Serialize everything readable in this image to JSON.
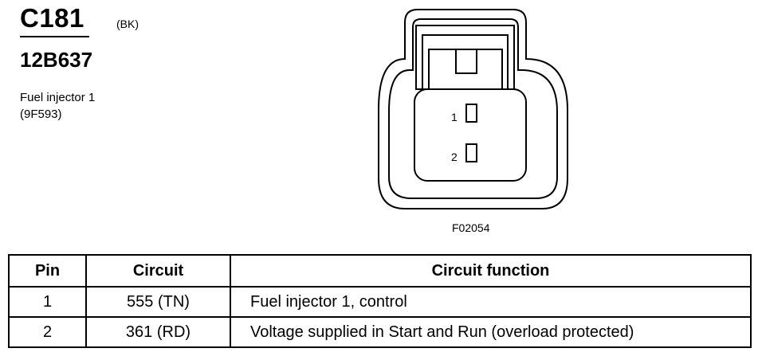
{
  "connector": {
    "id": "C181",
    "color": "(BK)",
    "part_number": "12B637",
    "description_line1": "Fuel injector 1",
    "description_line2": "(9F593)"
  },
  "diagram": {
    "pin_labels": [
      "1",
      "2"
    ],
    "figure_code": "F02054"
  },
  "table": {
    "headers": [
      "Pin",
      "Circuit",
      "Circuit function"
    ],
    "rows": [
      [
        "1",
        "555 (TN)",
        "Fuel injector 1, control"
      ],
      [
        "2",
        "361 (RD)",
        "Voltage supplied in Start and Run (overload protected)"
      ]
    ]
  }
}
